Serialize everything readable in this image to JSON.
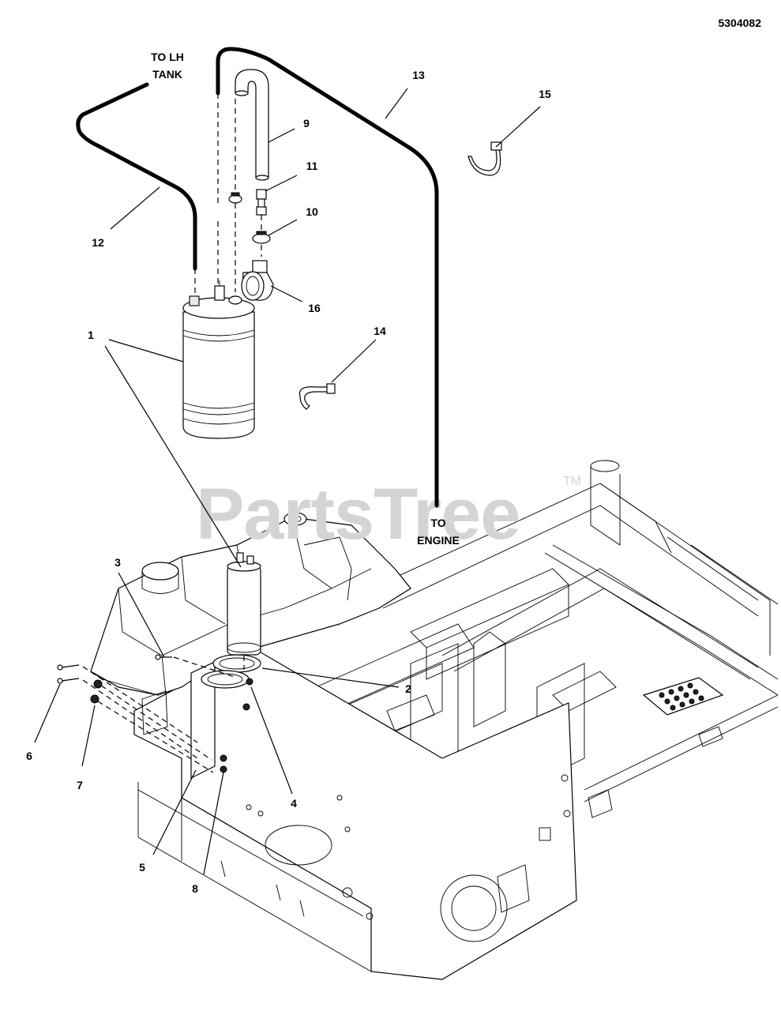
{
  "diagram_id": "5304082",
  "watermark": "PartsTree",
  "trademark": "TM",
  "callouts": {
    "to_lh_tank": [
      "TO LH",
      "TANK"
    ],
    "to_engine": [
      "TO",
      "ENGINE"
    ]
  },
  "parts": [
    "1",
    "2",
    "3",
    "4",
    "5",
    "6",
    "7",
    "8",
    "9",
    "10",
    "11",
    "12",
    "13",
    "14",
    "15",
    "16"
  ]
}
